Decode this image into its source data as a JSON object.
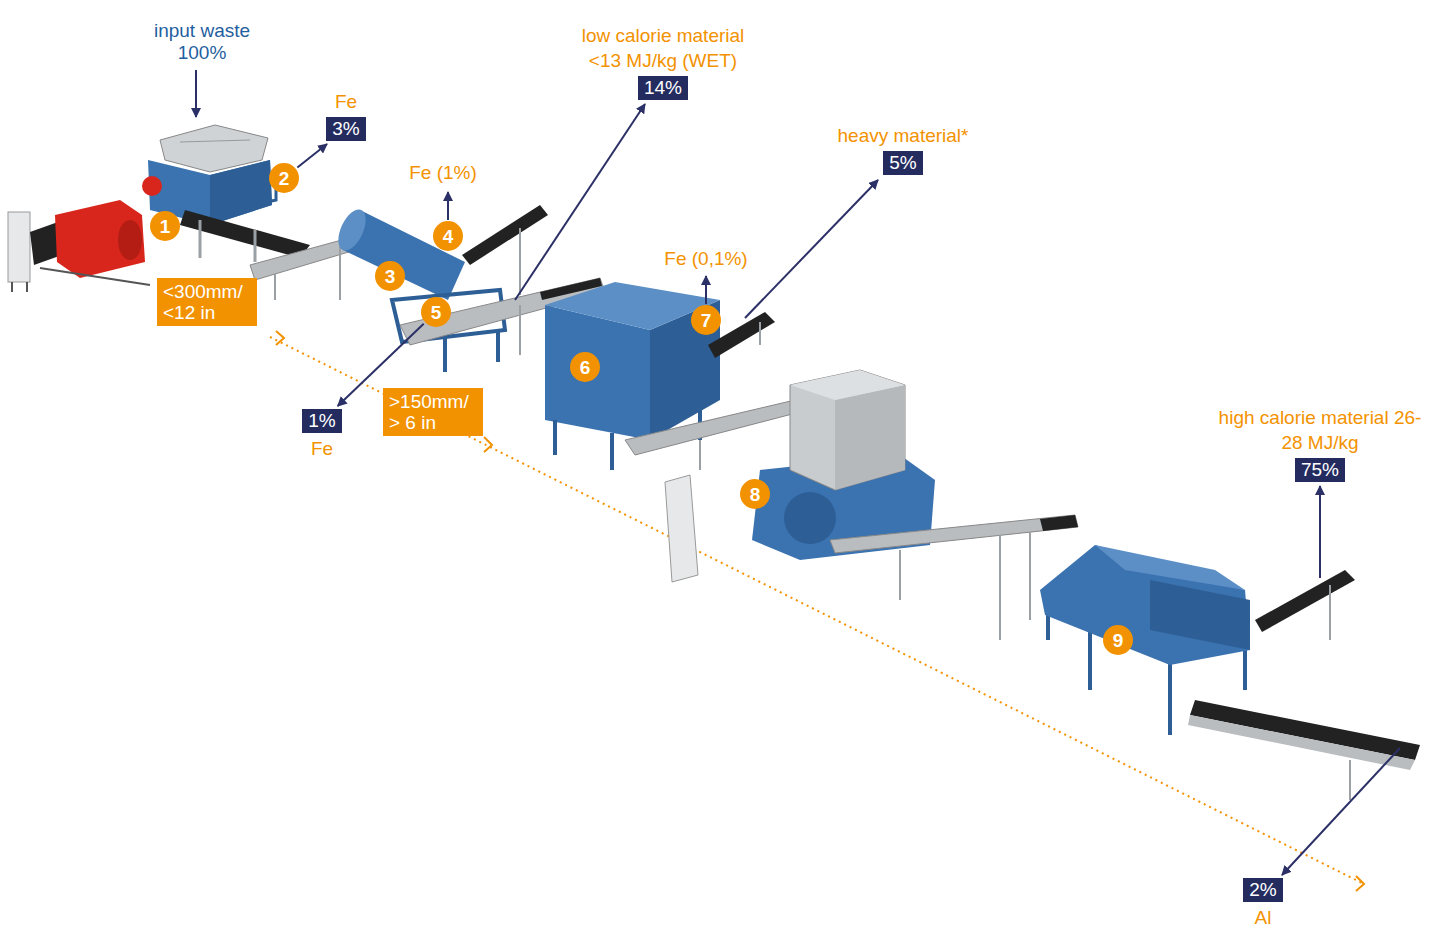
{
  "diagram": {
    "nodes": [
      {
        "text": [
          "1"
        ]
      },
      {
        "text": [
          "2"
        ]
      },
      {
        "text": [
          "Fe",
          "3%"
        ]
      },
      {
        "text": [
          "3"
        ]
      },
      {
        "text": [
          "4"
        ]
      },
      {
        "text": [
          "low calorie material <13 MJ/kg (WET)",
          "14%"
        ]
      },
      {
        "text": [
          "5"
        ]
      },
      {
        "text": [
          "1%",
          "Fe"
        ]
      },
      {
        "text": [
          "<300mm/ <12 in"
        ]
      },
      {
        "text": [
          ">150mm/ > 6 in"
        ]
      },
      {
        "text": [
          "6"
        ]
      },
      {
        "text": [
          "7"
        ]
      },
      {
        "text": [
          "heavy material*",
          "5%"
        ]
      },
      {
        "text": [
          "8"
        ]
      },
      {
        "text": [
          "9"
        ]
      },
      {
        "text": [
          "high calorie material 26-28 MJ/kg",
          "75%"
        ]
      },
      {
        "text": [
          "2%",
          "Al"
        ]
      }
    ],
    "edges": [
      {
        "from": 1,
        "to": 2,
        "arrow": "to"
      },
      {
        "from": 6,
        "to": 7,
        "arrow": "to"
      }
    ],
    "labels": [
      "input waste 100%",
      "Fe (1%)",
      "Fe (0,1%)"
    ]
  }
}
